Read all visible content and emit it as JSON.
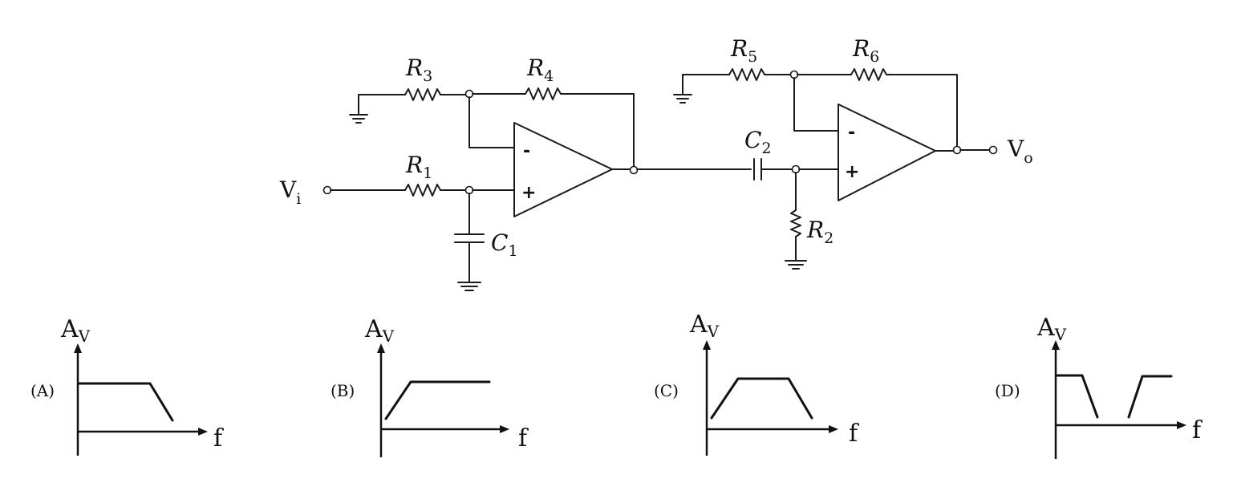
{
  "circuit": {
    "input_label": "V",
    "input_sub": "i",
    "output_label": "V",
    "output_sub": "o",
    "r1": {
      "main": "R",
      "sub": "1"
    },
    "r2": {
      "main": "R",
      "sub": "2"
    },
    "r3": {
      "main": "R",
      "sub": "3"
    },
    "r4": {
      "main": "R",
      "sub": "4"
    },
    "r5": {
      "main": "R",
      "sub": "5"
    },
    "r6": {
      "main": "R",
      "sub": "6"
    },
    "c1": {
      "main": "C",
      "sub": "1"
    },
    "c2": {
      "main": "C",
      "sub": "2"
    },
    "minus": "-",
    "plus": "+"
  },
  "options": [
    {
      "label": "(A)",
      "y_label": "A",
      "y_sub": "V",
      "x_label": "f",
      "response": "low-pass"
    },
    {
      "label": "(B)",
      "y_label": "A",
      "y_sub": "V",
      "x_label": "f",
      "response": "high-pass"
    },
    {
      "label": "(C)",
      "y_label": "A",
      "y_sub": "V",
      "x_label": "f",
      "response": "band-pass"
    },
    {
      "label": "(D)",
      "y_label": "A",
      "y_sub": "V",
      "x_label": "f",
      "response": "band-stop"
    }
  ]
}
